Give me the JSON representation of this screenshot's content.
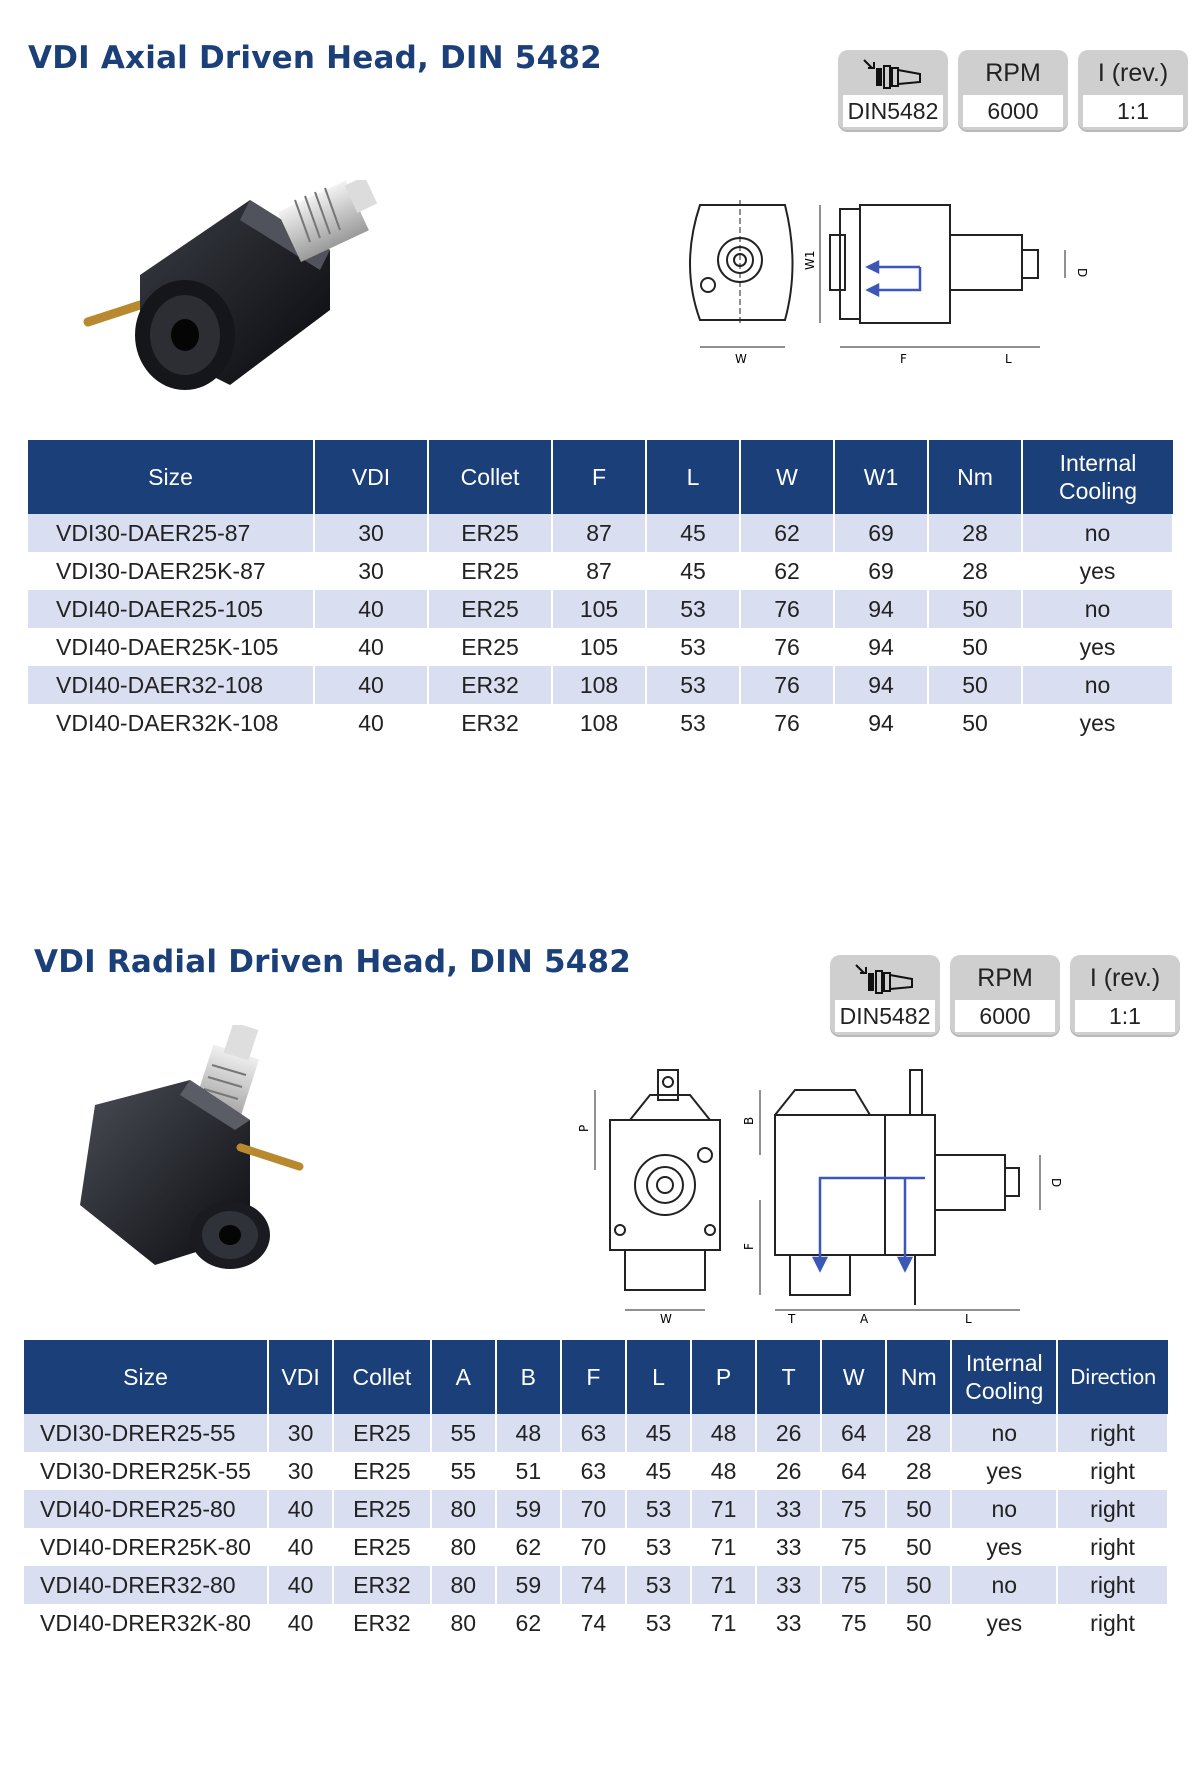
{
  "axial": {
    "title": "VDI Axial Driven Head, DIN 5482",
    "badges": [
      {
        "top": "",
        "icon": "collet-holder-icon",
        "bottom": "DIN5482"
      },
      {
        "top": "RPM",
        "bottom": "6000"
      },
      {
        "top": "I (rev.)",
        "bottom": "1:1"
      }
    ],
    "drawing_labels": {
      "w1": "W1",
      "w": "W",
      "f": "F",
      "l": "L",
      "d": "D"
    },
    "table": {
      "headers": [
        "Size",
        "VDI",
        "Collet",
        "F",
        "L",
        "W",
        "W1",
        "Nm",
        "Internal",
        "Cooling"
      ],
      "rows": [
        [
          "VDI30-DAER25-87",
          "30",
          "ER25",
          "87",
          "45",
          "62",
          "69",
          "28",
          "no"
        ],
        [
          "VDI30-DAER25K-87",
          "30",
          "ER25",
          "87",
          "45",
          "62",
          "69",
          "28",
          "yes"
        ],
        [
          "VDI40-DAER25-105",
          "40",
          "ER25",
          "105",
          "53",
          "76",
          "94",
          "50",
          "no"
        ],
        [
          "VDI40-DAER25K-105",
          "40",
          "ER25",
          "105",
          "53",
          "76",
          "94",
          "50",
          "yes"
        ],
        [
          "VDI40-DAER32-108",
          "40",
          "ER32",
          "108",
          "53",
          "76",
          "94",
          "50",
          "no"
        ],
        [
          "VDI40-DAER32K-108",
          "40",
          "ER32",
          "108",
          "53",
          "76",
          "94",
          "50",
          "yes"
        ]
      ]
    }
  },
  "radial": {
    "title": "VDI Radial Driven Head, DIN 5482",
    "badges": [
      {
        "top": "",
        "icon": "collet-holder-icon",
        "bottom": "DIN5482"
      },
      {
        "top": "RPM",
        "bottom": "6000"
      },
      {
        "top": "I (rev.)",
        "bottom": "1:1"
      }
    ],
    "drawing_labels": {
      "p": "P",
      "b": "B",
      "f": "F",
      "w": "W",
      "t": "T",
      "a": "A",
      "l": "L",
      "d": "D"
    },
    "table": {
      "headers": [
        "Size",
        "VDI",
        "Collet",
        "A",
        "B",
        "F",
        "L",
        "P",
        "T",
        "W",
        "Nm",
        "Internal",
        "Cooling",
        "Direction"
      ],
      "rows": [
        [
          "VDI30-DRER25-55",
          "30",
          "ER25",
          "55",
          "48",
          "63",
          "45",
          "48",
          "26",
          "64",
          "28",
          "no",
          "right"
        ],
        [
          "VDI30-DRER25K-55",
          "30",
          "ER25",
          "55",
          "51",
          "63",
          "45",
          "48",
          "26",
          "64",
          "28",
          "yes",
          "right"
        ],
        [
          "VDI40-DRER25-80",
          "40",
          "ER25",
          "80",
          "59",
          "70",
          "53",
          "71",
          "33",
          "75",
          "50",
          "no",
          "right"
        ],
        [
          "VDI40-DRER25K-80",
          "40",
          "ER25",
          "80",
          "62",
          "70",
          "53",
          "71",
          "33",
          "75",
          "50",
          "yes",
          "right"
        ],
        [
          "VDI40-DRER32-80",
          "40",
          "ER32",
          "80",
          "59",
          "74",
          "53",
          "71",
          "33",
          "75",
          "50",
          "no",
          "right"
        ],
        [
          "VDI40-DRER32K-80",
          "40",
          "ER32",
          "80",
          "62",
          "74",
          "53",
          "71",
          "33",
          "75",
          "50",
          "yes",
          "right"
        ]
      ]
    }
  },
  "colors": {
    "header_blue": "#1b3f78",
    "row_band": "#d9def0",
    "badge_gray": "#cfcfcf",
    "flow_arrow": "#3b57b8"
  }
}
